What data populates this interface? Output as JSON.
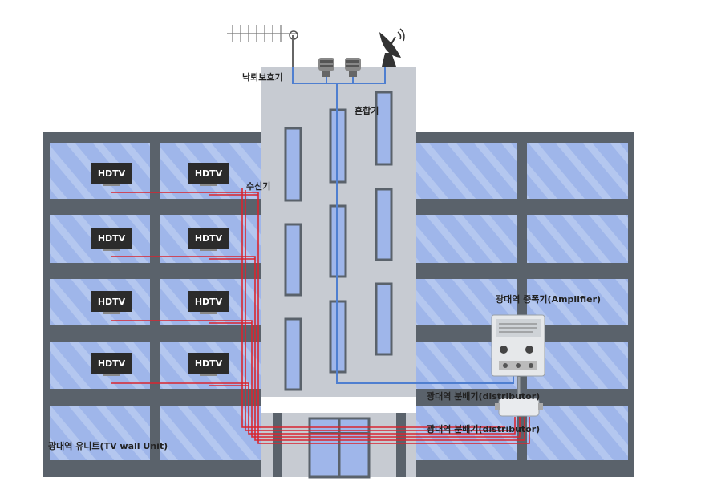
{
  "labels": {
    "lightning": "낙뢰보호기",
    "mixer": "혼합기",
    "receiver": "수신기",
    "amplifier": "광대역 증폭기(Amplifier)",
    "distributor1": "광대역 분배기(distributor)",
    "distributor2": "광대역 분배기(distributor)",
    "wall_unit": "광대역 유니트(TV wall Unit)"
  },
  "tv_label": "HDTV",
  "tv_count": 8,
  "colors": {
    "window_blue": "#9fb6ea",
    "building_gray": "#c7cbd2",
    "floor_band": "#5a626b",
    "cable_red": "#d9252f",
    "cable_blue": "#4f7fd0"
  }
}
